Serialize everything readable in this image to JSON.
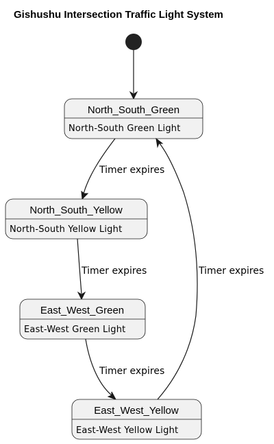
{
  "diagram": {
    "title": "Gishushu Intersection Traffic Light System",
    "states": [
      {
        "name": "North_South_Green",
        "description": "North-South Green Light"
      },
      {
        "name": "North_South_Yellow",
        "description": "North-South Yellow Light"
      },
      {
        "name": "East_West_Green",
        "description": "East-West Green Light"
      },
      {
        "name": "East_West_Yellow",
        "description": "East-West Yellow Light"
      }
    ],
    "transitions": [
      {
        "from": "North_South_Green",
        "to": "North_South_Yellow",
        "label": "Timer expires"
      },
      {
        "from": "North_South_Yellow",
        "to": "East_West_Green",
        "label": "Timer expires"
      },
      {
        "from": "East_West_Green",
        "to": "East_West_Yellow",
        "label": "Timer expires"
      },
      {
        "from": "East_West_Yellow",
        "to": "North_South_Green",
        "label": "Timer expires"
      }
    ]
  }
}
